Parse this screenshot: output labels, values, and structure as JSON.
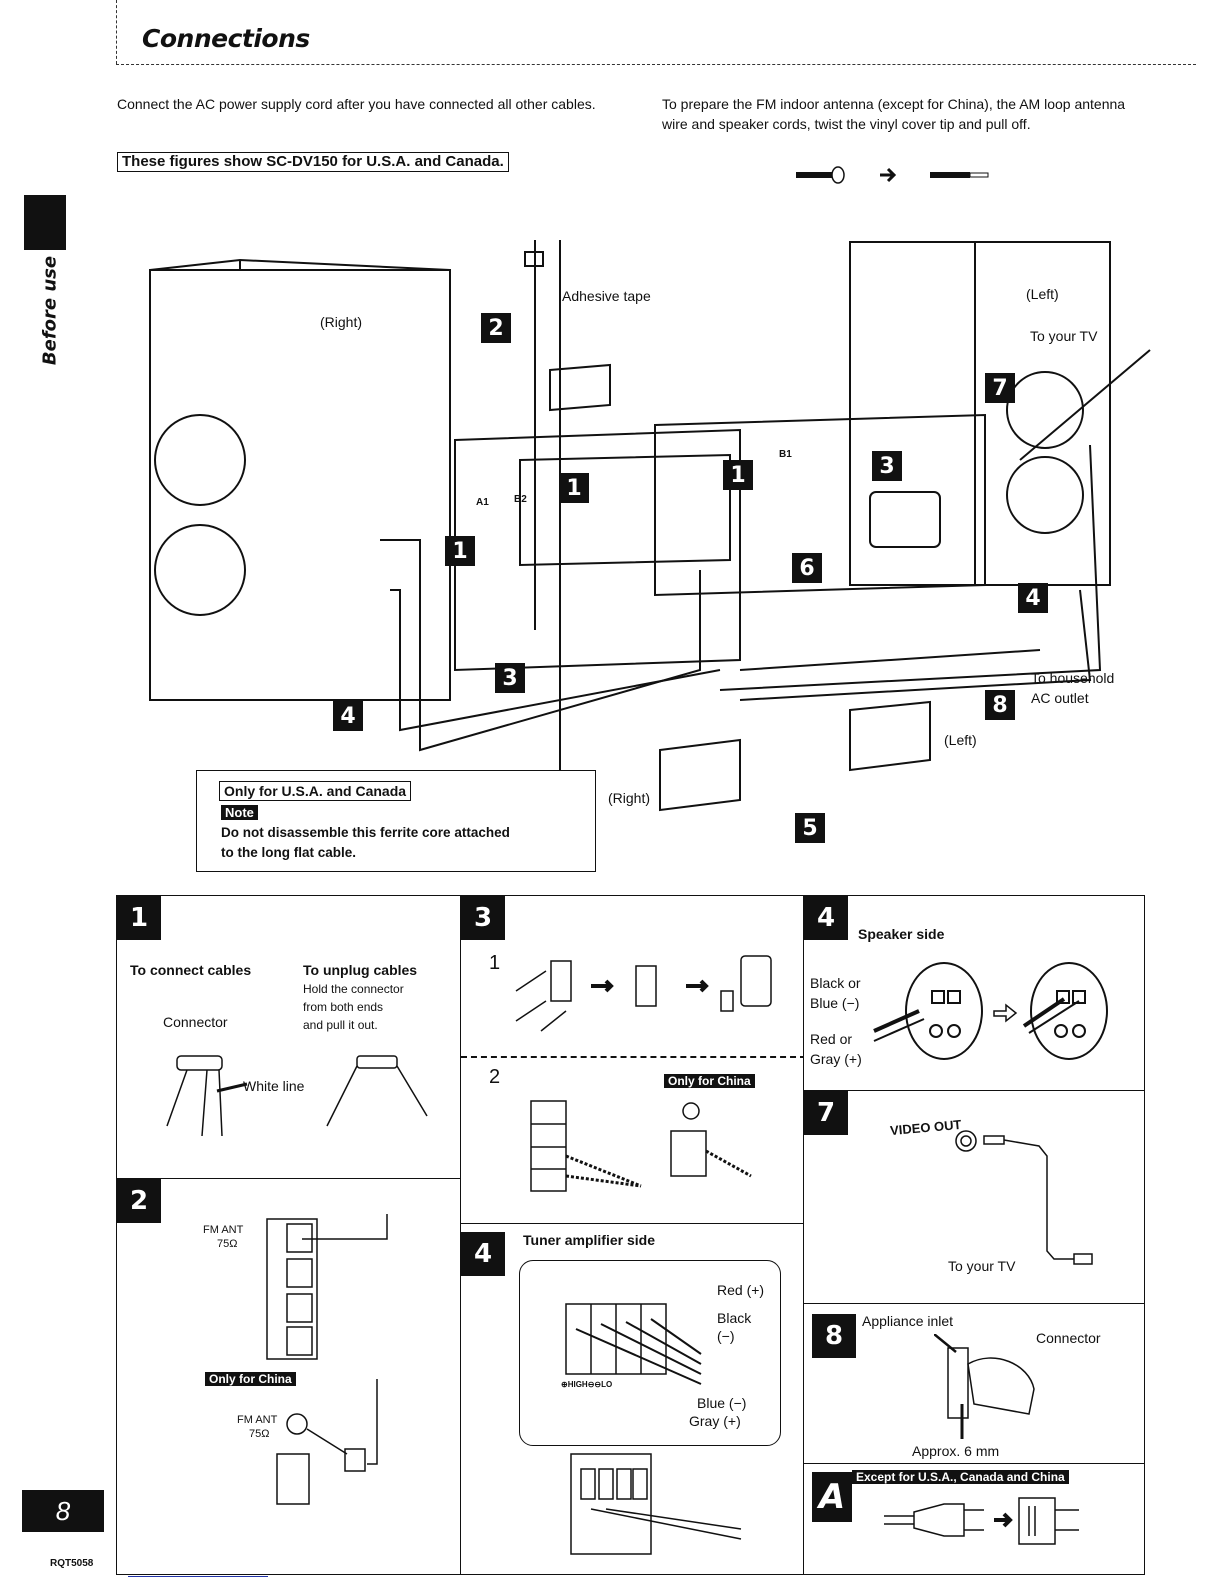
{
  "header": {
    "title": "Connections",
    "side_tab": "Before use"
  },
  "intro": {
    "left": "Connect the AC power supply cord after you have connected all other cables.",
    "right": "To prepare the FM indoor antenna (except for China), the AM loop antenna wire and speaker cords, twist the vinyl cover tip and pull off.",
    "figures_note": "These figures show SC-DV150 for U.S.A. and Canada."
  },
  "diagram": {
    "labels": {
      "adhesive_tape": "Adhesive tape",
      "right_speaker": "(Right)",
      "left_speaker": "(Left)",
      "to_your_tv": "To your TV",
      "a1": "A1",
      "b2": "B2",
      "b1": "B1",
      "to_household": "To household",
      "ac_outlet": "AC outlet",
      "right_sub": "(Right)",
      "left_sub": "(Left)"
    },
    "callouts": [
      "1",
      "1",
      "1",
      "2",
      "3",
      "3",
      "4",
      "4",
      "5",
      "6",
      "7",
      "8"
    ]
  },
  "note_box": {
    "region": "Only for U.S.A. and Canada",
    "note_label": "Note",
    "text_line1": "Do not disassemble this ferrite core attached",
    "text_line2": "to the long flat cable."
  },
  "panels": {
    "p1": {
      "badge": "1",
      "connect_title": "To connect cables",
      "unplug_title": "To unplug cables",
      "unplug_l1": "Hold the connector",
      "unplug_l2": "from both ends",
      "unplug_l3": "and pull it out.",
      "connector": "Connector",
      "white_line": "White line"
    },
    "p2": {
      "badge": "2",
      "fm_ant": "FM ANT",
      "ohm": "75Ω",
      "only_china": "Only for China",
      "fm_ant2": "FM ANT",
      "ohm2": "75Ω"
    },
    "p3": {
      "badge": "3",
      "step1": "1",
      "step2": "2",
      "only_china": "Only for China"
    },
    "p4_tuner": {
      "badge": "4",
      "title": "Tuner amplifier side",
      "red": "Red (+)",
      "black": "Black",
      "black_minus": "(−)",
      "blue": "Blue (−)",
      "gray": "Gray (+)",
      "terminal_marks": "⊕HIGH⊖⊖LO"
    },
    "p4_speaker": {
      "badge": "4",
      "title": "Speaker side",
      "black_or": "Black or",
      "blue_minus": "Blue (−)",
      "red_or": "Red or",
      "gray_plus": "Gray (+)"
    },
    "p7": {
      "badge": "7",
      "video_out": "VIDEO OUT",
      "to_tv": "To your TV"
    },
    "p8": {
      "badge": "8",
      "appliance_inlet": "Appliance inlet",
      "connector": "Connector",
      "approx": "Approx. 6 mm"
    },
    "pA": {
      "badge": "A",
      "region": "Except for U.S.A., Canada and China"
    }
  },
  "footer": {
    "page_number": "8",
    "model_code": "RQT5058"
  }
}
